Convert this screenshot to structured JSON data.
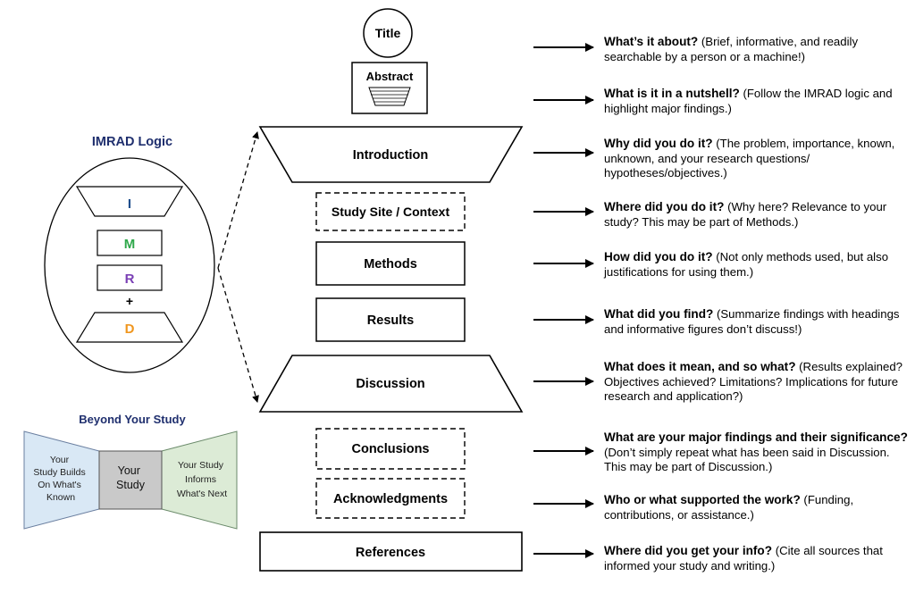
{
  "imrad": {
    "title": "IMRAD Logic",
    "letters": {
      "i": "I",
      "m": "M",
      "r": "R",
      "plus": "+",
      "d": "D"
    },
    "colors": {
      "i": "#1f4e8c",
      "m": "#2ea84a",
      "r": "#7a3fb5",
      "d": "#f0961e",
      "title": "#1f2f6e"
    }
  },
  "beyond": {
    "title": "Beyond Your Study",
    "left": [
      "Your",
      "Study Builds",
      "On What's",
      "Known"
    ],
    "center": [
      "Your",
      "Study"
    ],
    "right": [
      "Your Study",
      "Informs",
      "What's Next"
    ],
    "colors": {
      "left": "#d9e8f5",
      "center": "#c9c9c9",
      "right": "#dcebd6"
    }
  },
  "sections": {
    "title": "Title",
    "abstract": "Abstract",
    "introduction": "Introduction",
    "study_site": "Study Site / Context",
    "methods": "Methods",
    "results": "Results",
    "discussion": "Discussion",
    "conclusions": "Conclusions",
    "acknowledgments": "Acknowledgments",
    "references": "References"
  },
  "descriptions": [
    {
      "q": "What’s it about?",
      "t": " (Brief, informative, and readily searchable by a person or a machine!)"
    },
    {
      "q": "What is it in a nutshell?",
      "t": " (Follow the IMRAD logic and highlight major findings.)"
    },
    {
      "q": "Why did you do it?",
      "t": " (The problem, importance, known, unknown, and your research questions/ hypotheses/objectives.)"
    },
    {
      "q": "Where did you do it?",
      "t": " (Why here? Relevance to your study? This may be part of Methods.)"
    },
    {
      "q": "How did you do it?",
      "t": " (Not only methods used, but also justifications for using them.)"
    },
    {
      "q": "What did you find?",
      "t": " (Summarize findings with headings and informative figures don’t discuss!)"
    },
    {
      "q": "What does it mean, and so what?",
      "t": " (Results explained? Objectives achieved? Limitations? Implications for future research and application?)"
    },
    {
      "q": "What are your major findings and their significance?",
      "t": " (Don’t simply repeat what has been said in Discussion. This may be part of Discussion.)"
    },
    {
      "q": "Who or what supported the work?",
      "t": " (Funding, contributions, or assistance.)"
    },
    {
      "q": "Where did you get your info?",
      "t": " (Cite all sources that informed your study and writing.)"
    }
  ]
}
